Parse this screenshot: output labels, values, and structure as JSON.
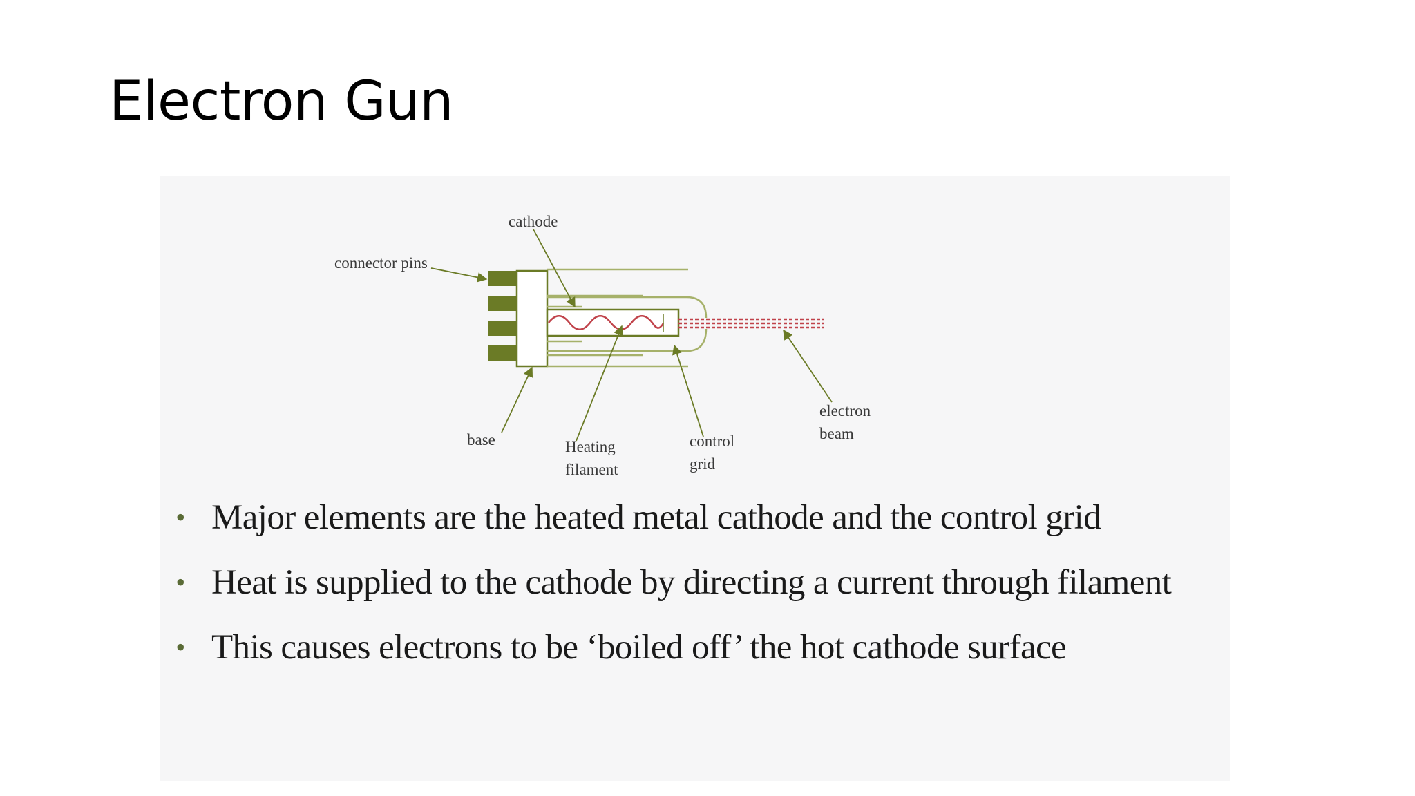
{
  "slide": {
    "title": "Electron Gun"
  },
  "diagram": {
    "labels": {
      "cathode": "cathode",
      "connector_pins": "connector pins",
      "base": "base",
      "heating_1": "Heating",
      "heating_2": "filament",
      "control_1": "control",
      "control_2": "grid",
      "beam_1": "electron",
      "beam_2": "beam"
    },
    "colors": {
      "pins": "#6b7b26",
      "outline": "#6b7b26",
      "grid_lines": "#a6b16a",
      "filament": "#c0424a",
      "beam": "#c0424a",
      "arrows": "#6b7b26"
    }
  },
  "bullets": [
    "Major elements are the heated metal cathode and the control grid",
    "Heat is supplied to the cathode by directing a current through filament",
    "This causes electrons to be ‘boiled off’ the hot cathode surface"
  ]
}
